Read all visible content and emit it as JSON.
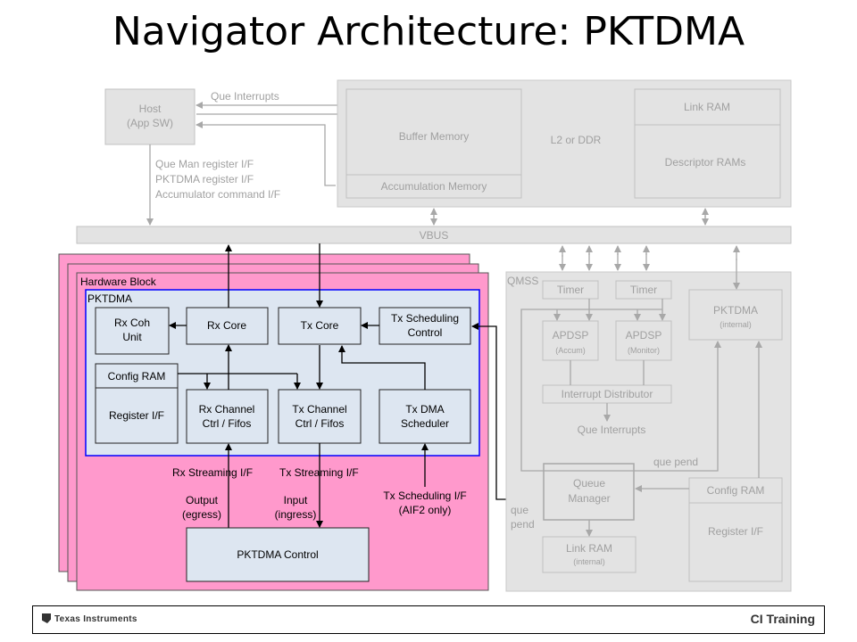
{
  "title": "Navigator Architecture: PKTDMA",
  "host": {
    "line1": "Host",
    "line2": "(App SW)"
  },
  "labels": {
    "que_interrupts_top": "Que Interrupts",
    "host_if_1": "Que Man register I/F",
    "host_if_2": "PKTDMA register I/F",
    "host_if_3": "Accumulator command I/F",
    "vbus": "VBUS"
  },
  "memory": {
    "buffer_memory": "Buffer Memory",
    "accumulation_memory": "Accumulation Memory",
    "l2_ddr": "L2 or DDR",
    "link_ram": "Link RAM",
    "descriptor_rams": "Descriptor RAMs"
  },
  "hardware": {
    "block_label": "Hardware Block",
    "pktdma_label": "PKTDMA",
    "rx_coh_1": "Rx Coh",
    "rx_coh_2": "Unit",
    "rx_core": "Rx Core",
    "tx_core": "Tx Core",
    "tx_sched_1": "Tx Scheduling",
    "tx_sched_2": "Control",
    "config_ram": "Config RAM",
    "register_if": "Register I/F",
    "rx_chan_1": "Rx Channel",
    "rx_chan_2": "Ctrl / Fifos",
    "tx_chan_1": "Tx Channel",
    "tx_chan_2": "Ctrl / Fifos",
    "tx_dma_1": "Tx DMA",
    "tx_dma_2": "Scheduler",
    "rx_stream": "Rx Streaming I/F",
    "tx_stream": "Tx Streaming I/F",
    "output_1": "Output",
    "output_2": "(egress)",
    "input_1": "Input",
    "input_2": "(ingress)",
    "tx_sched_if_1": "Tx Scheduling I/F",
    "tx_sched_if_2": "(AIF2 only)",
    "pktdma_control": "PKTDMA Control"
  },
  "qmss": {
    "label": "QMSS",
    "timer1": "Timer",
    "timer2": "Timer",
    "apdsp1_1": "APDSP",
    "apdsp1_2": "(Accum)",
    "apdsp2_1": "APDSP",
    "apdsp2_2": "(Monitor)",
    "pktdma_1": "PKTDMA",
    "pktdma_2": "(internal)",
    "int_dist": "Interrupt Distributor",
    "que_interrupts": "Que Interrupts",
    "que_pend_1": "que pend",
    "qm_1": "Queue",
    "qm_2": "Manager",
    "config_ram": "Config RAM",
    "register_if": "Register I/F",
    "que_pend_2a": "que",
    "que_pend_2b": "pend",
    "link_ram_1": "Link RAM",
    "link_ram_2": "(internal)"
  },
  "footer": {
    "left": "Texas Instruments",
    "right": "CI Training"
  },
  "colors": {
    "pink": "#ff99cc",
    "pktdma_border": "#0000ff",
    "block_fill": "#dde6f1",
    "grey": "#e3e3e3"
  }
}
